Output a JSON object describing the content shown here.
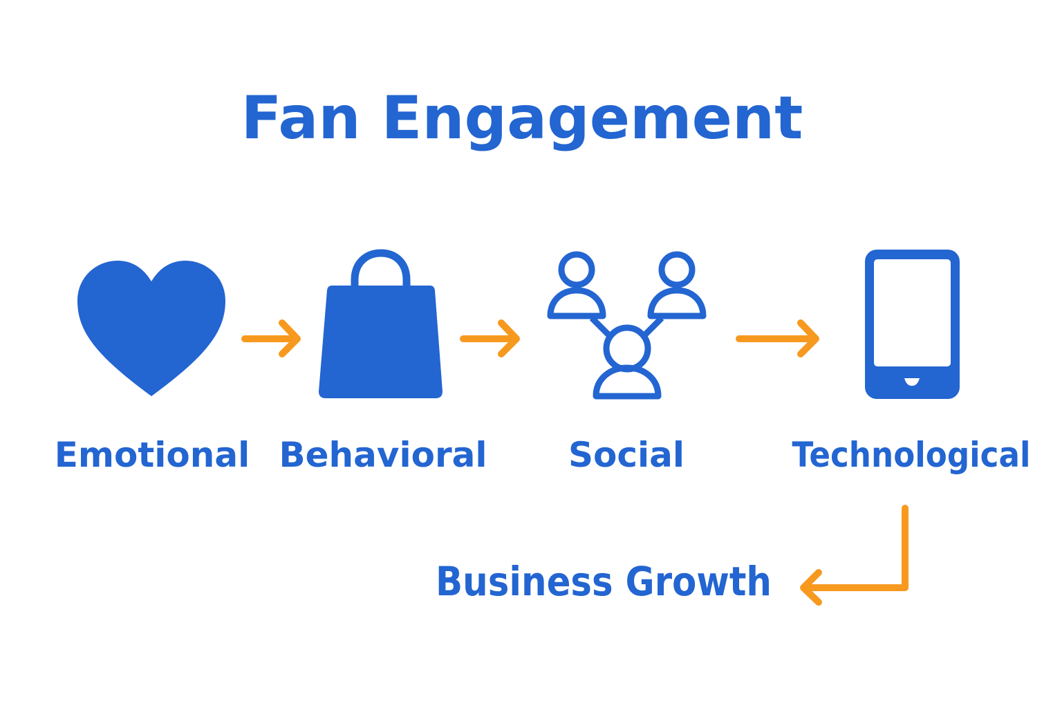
{
  "title": "Fan Engagement",
  "stages": [
    {
      "label": "Emotional",
      "icon": "heart-icon"
    },
    {
      "label": "Behavioral",
      "icon": "shopping-bag-icon"
    },
    {
      "label": "Social",
      "icon": "social-network-icon"
    },
    {
      "label": "Technological",
      "icon": "smartphone-icon"
    }
  ],
  "outcome": "Business Growth",
  "colors": {
    "primary": "#2365d1",
    "arrow": "#f7991f",
    "background": "#ffffff"
  }
}
